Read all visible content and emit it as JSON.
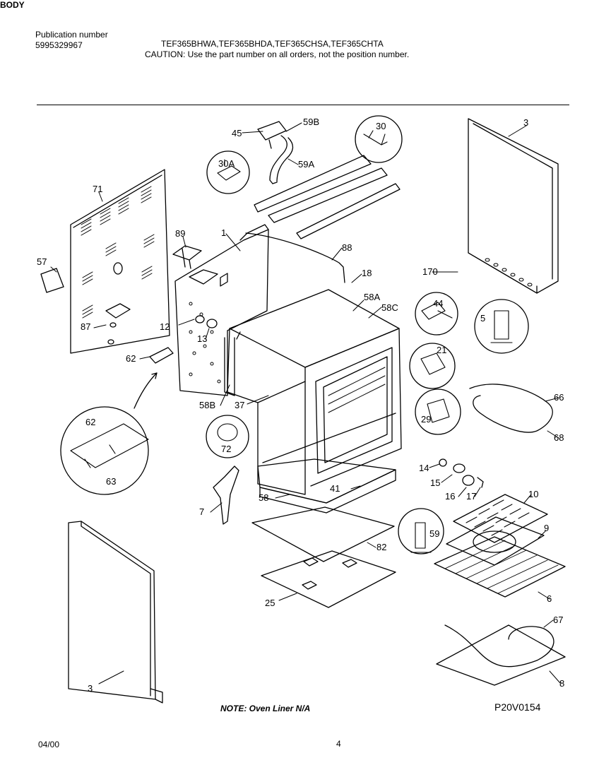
{
  "header": {
    "publication_label": "Publication number",
    "publication_number": "5995329967",
    "models": "TEF365BHWA,TEF365BHDA,TEF365CHSA,TEF365CHTA",
    "caution": "CAUTION:  Use the part number on all orders, not the position number."
  },
  "section_title": "BODY",
  "callouts": {
    "c1": "1",
    "c3a": "3",
    "c3b": "3",
    "c5": "5",
    "c6": "6",
    "c7": "7",
    "c8": "8",
    "c9": "9",
    "c10": "10",
    "c12": "12",
    "c13": "13",
    "c14": "14",
    "c15": "15",
    "c16": "16",
    "c17": "17",
    "c18": "18",
    "c21": "21",
    "c25": "25",
    "c29": "29",
    "c30": "30",
    "c30a": "30A",
    "c37": "37",
    "c41": "41",
    "c44": "44",
    "c45": "45",
    "c57": "57",
    "c58": "58",
    "c58a": "58A",
    "c58b": "58B",
    "c58c": "58C",
    "c59": "59",
    "c59a": "59A",
    "c59b": "59B",
    "c62a": "62",
    "c62b": "62",
    "c63": "63",
    "c66": "66",
    "c67": "67",
    "c68": "68",
    "c71": "71",
    "c72": "72",
    "c82": "82",
    "c87": "87",
    "c88": "88",
    "c89": "89",
    "c170": "170"
  },
  "footer": {
    "note": "NOTE:  Oven Liner N/A",
    "drawing_id": "P20V0154",
    "date": "04/00",
    "page": "4"
  }
}
